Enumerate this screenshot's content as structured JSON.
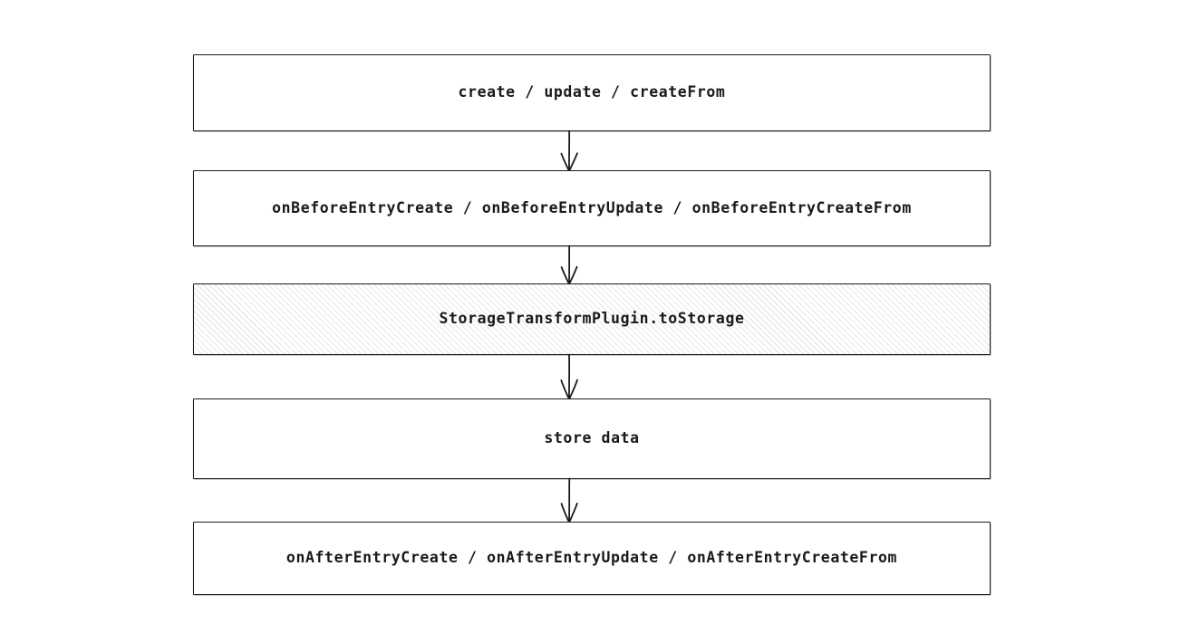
{
  "diagram": {
    "type": "flowchart",
    "orientation": "top-to-bottom",
    "background_color": "#ffffff",
    "stroke_color": "#1b1b1b",
    "text_color": "#1a1a1a",
    "hatch_color": "#e9e9ec",
    "nodes": [
      {
        "id": "entry-operations",
        "label": "create / update / createFrom",
        "style": "plain"
      },
      {
        "id": "before-entry-hooks",
        "label": "onBeforeEntryCreate / onBeforeEntryUpdate / onBeforeEntryCreateFrom",
        "style": "plain"
      },
      {
        "id": "storage-transform-to-storage",
        "label": "StorageTransformPlugin.toStorage",
        "style": "hatched"
      },
      {
        "id": "store-data",
        "label": "store data",
        "style": "plain"
      },
      {
        "id": "after-entry-hooks",
        "label": "onAfterEntryCreate / onAfterEntryUpdate / onAfterEntryCreateFrom",
        "style": "plain"
      }
    ],
    "edges": [
      {
        "id": "edge-1",
        "from": "entry-operations",
        "to": "before-entry-hooks",
        "arrowhead": "open-v"
      },
      {
        "id": "edge-2",
        "from": "before-entry-hooks",
        "to": "storage-transform-to-storage",
        "arrowhead": "open-v"
      },
      {
        "id": "edge-3",
        "from": "storage-transform-to-storage",
        "to": "store-data",
        "arrowhead": "open-v"
      },
      {
        "id": "edge-4",
        "from": "store-data",
        "to": "after-entry-hooks",
        "arrowhead": "open-v"
      }
    ]
  }
}
